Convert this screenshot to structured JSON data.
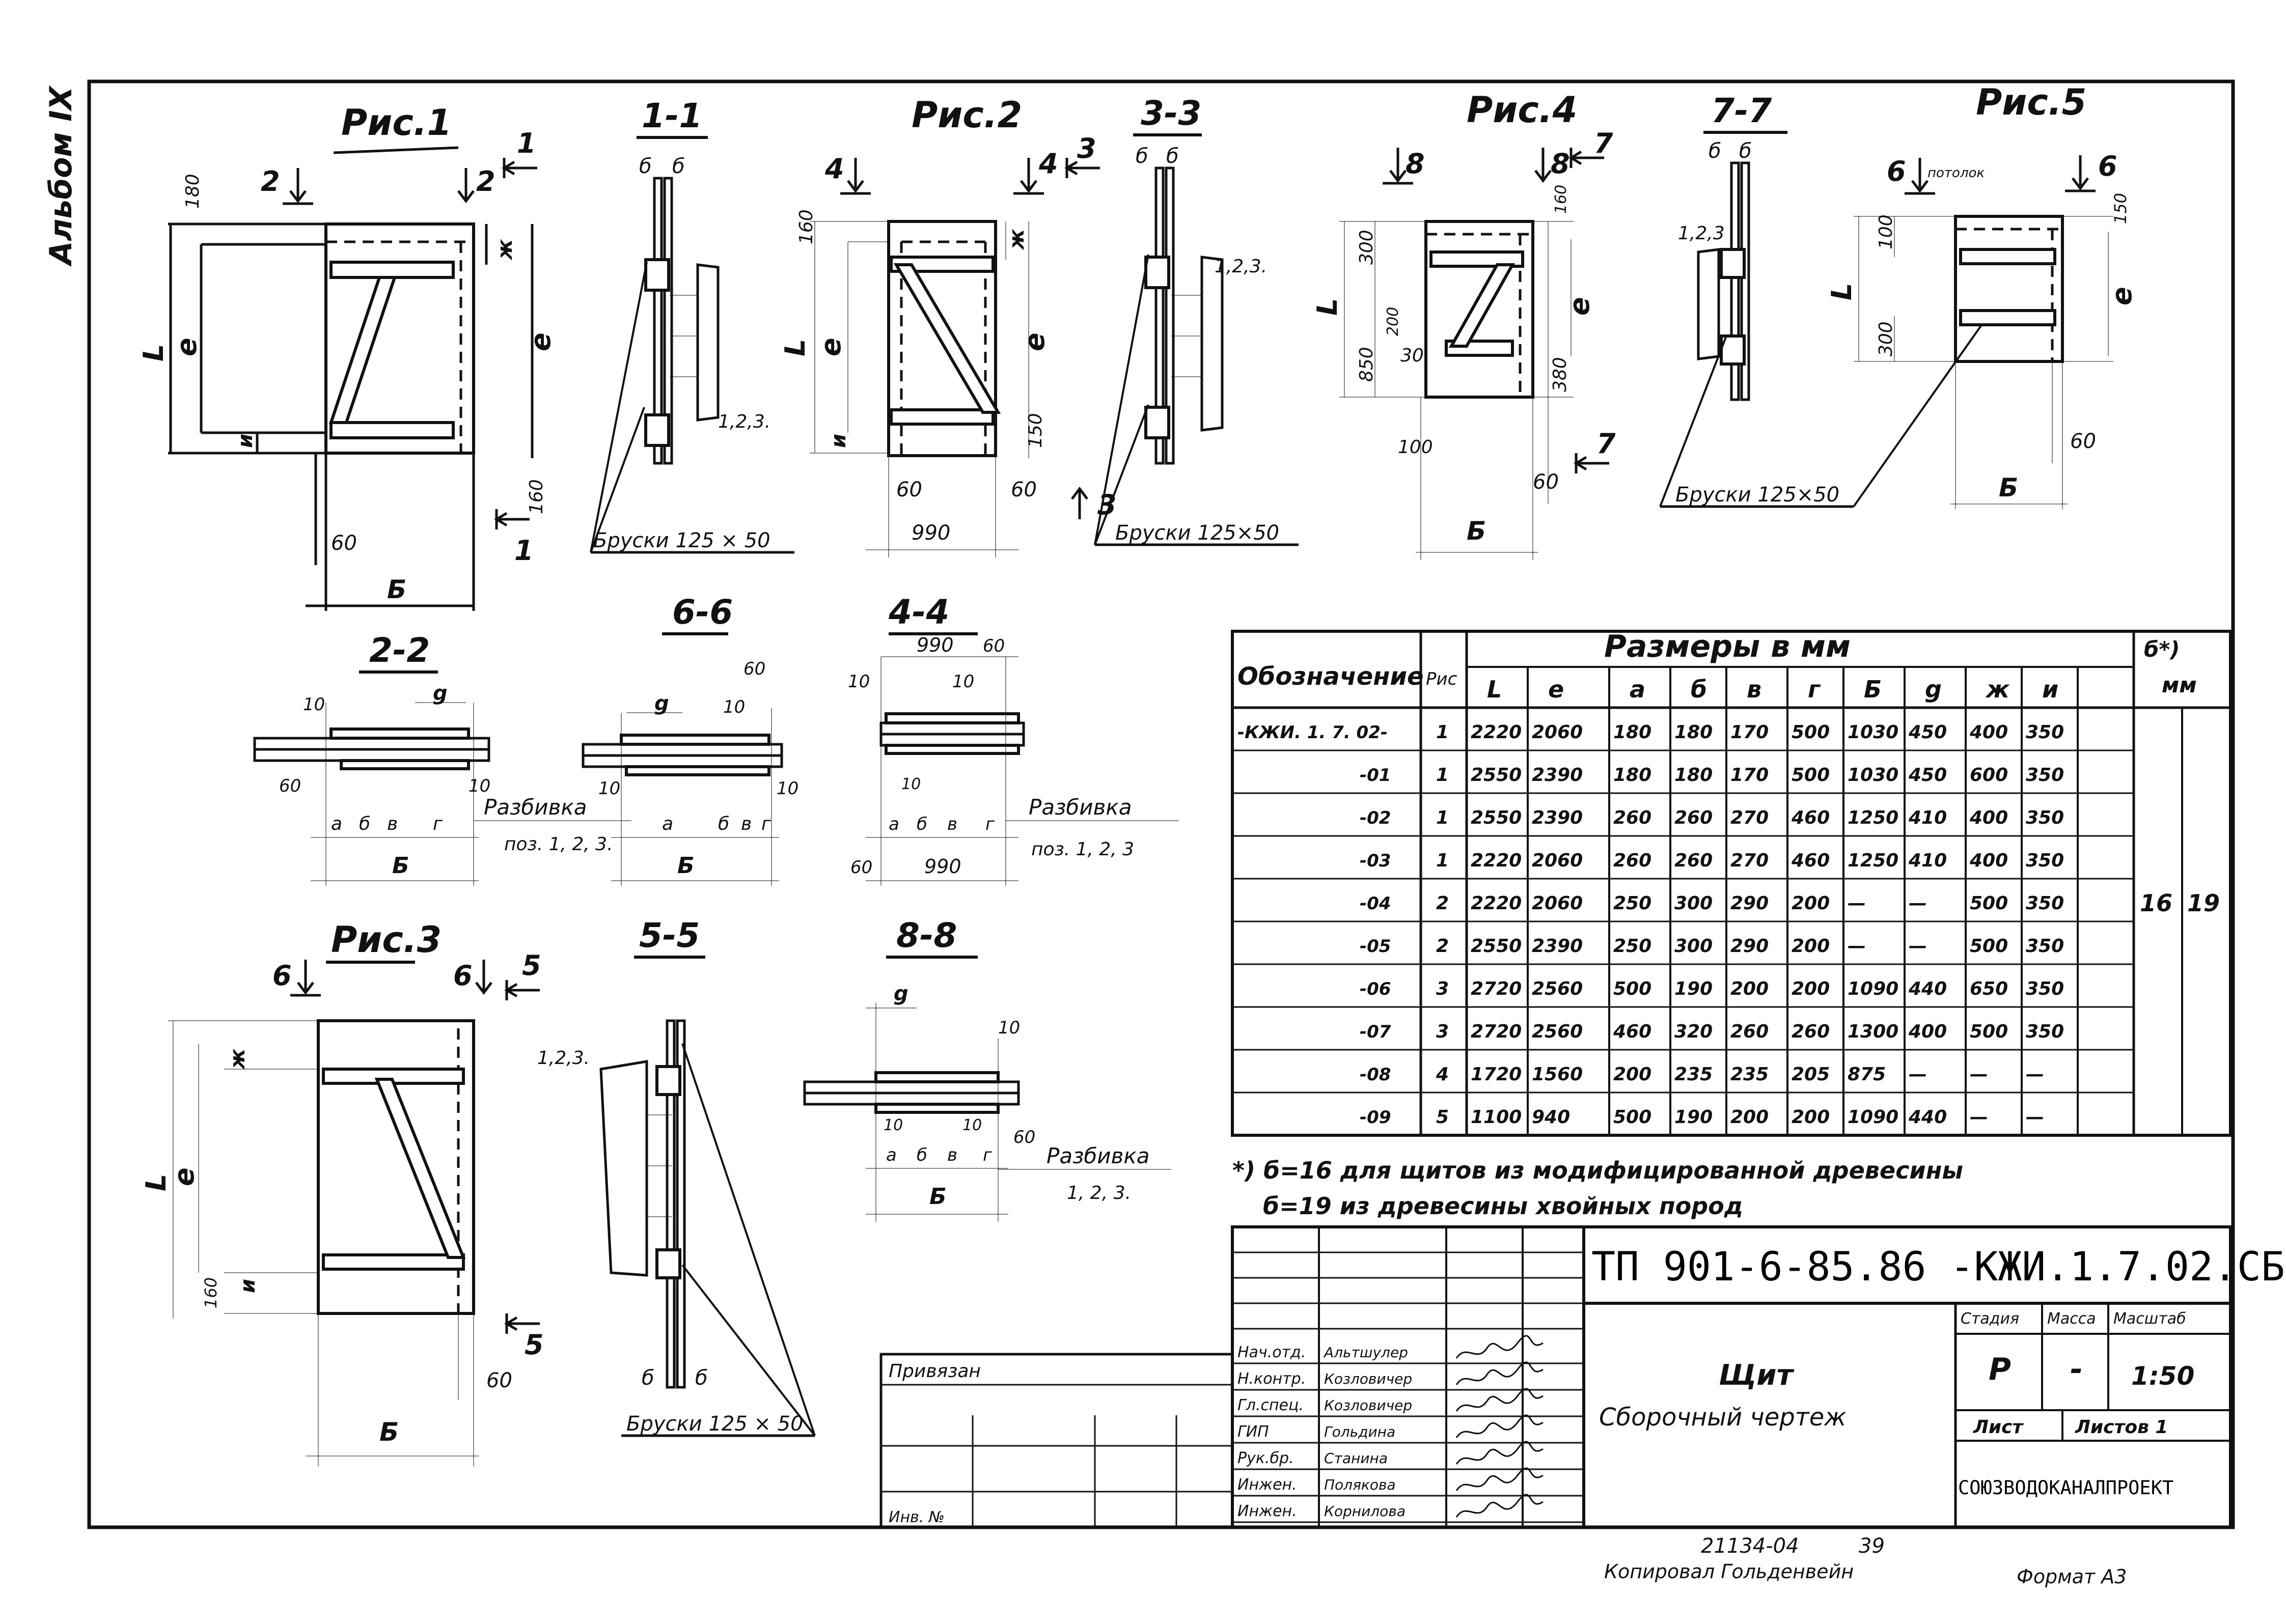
{
  "sheet": {
    "side_label": "Альбом IX",
    "bottom_note": "21134-04",
    "bottom_num": "39",
    "copied_by": "Копировал Гольденвейн",
    "format": "Формат А3"
  },
  "figures": {
    "ris1": {
      "title": "Рис.1",
      "L": "L",
      "e": "e",
      "zh": "ж",
      "i": "и",
      "b": "Б",
      "d180": "180",
      "d160": "160",
      "d60": "60",
      "cut2": "2",
      "cut1": "1"
    },
    "ris2": {
      "title": "Рис.2",
      "d160": "160",
      "d150": "150",
      "d60a": "60",
      "d60b": "60",
      "w990": "990",
      "e": "e",
      "L": "L",
      "i": "и",
      "zh": "ж",
      "cut4": "4",
      "cut3": "3"
    },
    "ris3": {
      "title": "Рис.3",
      "L": "L",
      "e": "e",
      "zh": "ж",
      "i": "и",
      "d160": "160",
      "d60": "60",
      "b": "Б",
      "cut6": "6",
      "cut5": "5"
    },
    "ris4": {
      "title": "Рис.4",
      "L": "L",
      "e": "e",
      "d300": "300",
      "d850": "850",
      "d200": "200",
      "d30": "30",
      "d380": "380",
      "d100": "100",
      "d160": "160",
      "d60": "60",
      "b": "Б",
      "cut8": "8",
      "cut7": "7"
    },
    "ris5": {
      "title": "Рис.5",
      "L": "L",
      "e": "e",
      "d100": "100",
      "d300": "300",
      "d150": "150",
      "d60": "60",
      "b": "Б",
      "cut6": "6",
      "note": "потолок"
    }
  },
  "sections": {
    "s11": {
      "title": "1-1",
      "b1": "б",
      "b2": "б",
      "pos": "1,2,3."
    },
    "s33": {
      "title": "3-3",
      "b1": "б",
      "b2": "б",
      "pos": "1,2,3."
    },
    "s77": {
      "title": "7-7",
      "b1": "б",
      "b2": "б",
      "pos": "1,2,3"
    },
    "s55": {
      "title": "5-5",
      "b1": "б",
      "b2": "б",
      "pos": "1,2,3."
    },
    "s22": {
      "title": "2-2",
      "d10a": "10",
      "d10b": "10",
      "d60": "60",
      "g": "g",
      "a": "a",
      "b": "б",
      "v": "в",
      "gg": "г",
      "B": "Б",
      "razb": "Разбивка",
      "poz": "поз. 1, 2, 3."
    },
    "s66": {
      "title": "6-6",
      "d10a": "10",
      "d10b": "10",
      "d10c": "10",
      "d60": "60",
      "g": "g",
      "a": "а",
      "b": "б",
      "v": "в",
      "gg": "г",
      "B": "Б"
    },
    "s44": {
      "title": "4-4",
      "w990": "990",
      "d60": "60",
      "d10a": "10",
      "d10b": "10",
      "d10c": "10",
      "a": "а",
      "b": "б",
      "v": "в",
      "gg": "г",
      "w990b": "990",
      "d60b": "60",
      "razb": "Разбивка",
      "poz": "поз. 1, 2, 3"
    },
    "s88": {
      "title": "8-8",
      "g": "g",
      "d10a": "10",
      "d10b": "10",
      "d10c": "10",
      "d60": "60",
      "a": "а",
      "b": "б",
      "v": "в",
      "gg": "г",
      "B": "Б",
      "razb": "Разбивка",
      "poz": "1, 2, 3."
    }
  },
  "bars_labels": {
    "l1": "Бруски 125 × 50",
    "l2": "Бруски 125×50",
    "l3": "Бруски 125×50",
    "l4": "Бруски 125 × 50"
  },
  "table": {
    "h_oboz": "Обозначение",
    "h_ris": "Рис",
    "h_razm": "Размеры в мм",
    "h_delta": "б*)",
    "h_mm": "мм",
    "cols": [
      "L",
      "e",
      "a",
      "б",
      "в",
      "г",
      "Б",
      "g",
      "ж",
      "и"
    ],
    "rows": [
      {
        "oboz": "-КЖИ. 1. 7. 02-",
        "ris": "1",
        "v": [
          "2220",
          "2060",
          "180",
          "180",
          "170",
          "500",
          "1030",
          "450",
          "400",
          "350"
        ]
      },
      {
        "oboz": "-01",
        "ris": "1",
        "v": [
          "2550",
          "2390",
          "180",
          "180",
          "170",
          "500",
          "1030",
          "450",
          "600",
          "350"
        ]
      },
      {
        "oboz": "-02",
        "ris": "1",
        "v": [
          "2550",
          "2390",
          "260",
          "260",
          "270",
          "460",
          "1250",
          "410",
          "400",
          "350"
        ]
      },
      {
        "oboz": "-03",
        "ris": "1",
        "v": [
          "2220",
          "2060",
          "260",
          "260",
          "270",
          "460",
          "1250",
          "410",
          "400",
          "350"
        ]
      },
      {
        "oboz": "-04",
        "ris": "2",
        "v": [
          "2220",
          "2060",
          "250",
          "300",
          "290",
          "200",
          "—",
          "—",
          "500",
          "350"
        ]
      },
      {
        "oboz": "-05",
        "ris": "2",
        "v": [
          "2550",
          "2390",
          "250",
          "300",
          "290",
          "200",
          "—",
          "—",
          "500",
          "350"
        ]
      },
      {
        "oboz": "-06",
        "ris": "3",
        "v": [
          "2720",
          "2560",
          "500",
          "190",
          "200",
          "200",
          "1090",
          "440",
          "650",
          "350"
        ]
      },
      {
        "oboz": "-07",
        "ris": "3",
        "v": [
          "2720",
          "2560",
          "460",
          "320",
          "260",
          "260",
          "1300",
          "400",
          "500",
          "350"
        ]
      },
      {
        "oboz": "-08",
        "ris": "4",
        "v": [
          "1720",
          "1560",
          "200",
          "235",
          "235",
          "205",
          "875",
          "—",
          "—",
          "—"
        ]
      },
      {
        "oboz": "-09",
        "ris": "5",
        "v": [
          "1100",
          "940",
          "500",
          "190",
          "200",
          "200",
          "1090",
          "440",
          "—",
          "—"
        ]
      }
    ],
    "delta1": "16",
    "delta2": "19"
  },
  "notes": {
    "n1": "*) б=16 для щитов из модифицированной древесины",
    "n2": "б=19 из древесины хвойных пород"
  },
  "stamp": {
    "code": "ТП 901-6-85.86 -КЖИ.1.7.02.СБ",
    "title1": "Щит",
    "title2": "Сборочный чертеж",
    "stadia_h": "Стадия",
    "massa_h": "Масса",
    "masht_h": "Масштаб",
    "stadia": "Р",
    "massa": "-",
    "masht": "1:50",
    "list_h": "Лист",
    "listov_h": "Листов 1",
    "org": "СОЮЗВОДОКАНАЛПРОЕКТ",
    "privyazan": "Привязан",
    "inv": "Инв. №",
    "people": [
      {
        "role": "Нач.отд.",
        "name": "Альтшулер"
      },
      {
        "role": "Н.контр.",
        "name": "Козловичер"
      },
      {
        "role": "Гл.спец.",
        "name": "Козловичер"
      },
      {
        "role": "ГИП",
        "name": "Гольдина"
      },
      {
        "role": "Рук.бр.",
        "name": "Станина"
      },
      {
        "role": "Инжен.",
        "name": "Полякова"
      },
      {
        "role": "Инжен.",
        "name": "Корнилова"
      }
    ]
  }
}
